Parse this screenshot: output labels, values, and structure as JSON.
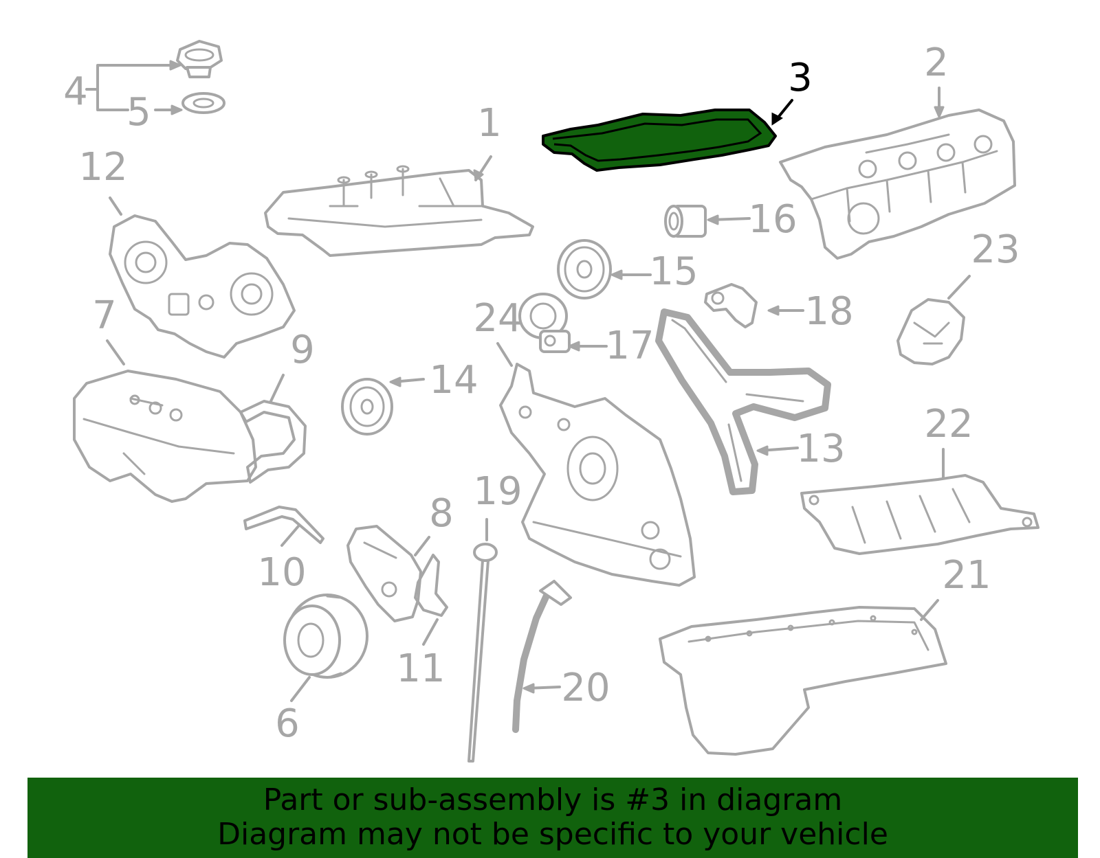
{
  "colors": {
    "highlight": "#11620d",
    "parts": "#a6a6a6",
    "active_label": "#000000"
  },
  "highlighted_part": "3",
  "callouts": {
    "c1": "1",
    "c2": "2",
    "c3": "3",
    "c4": "4",
    "c5": "5",
    "c6": "6",
    "c7": "7",
    "c8": "8",
    "c9": "9",
    "c10": "10",
    "c11": "11",
    "c12": "12",
    "c13": "13",
    "c14": "14",
    "c15": "15",
    "c16": "16",
    "c17": "17",
    "c18": "18",
    "c19": "19",
    "c20": "20",
    "c21": "21",
    "c22": "22",
    "c23": "23",
    "c24": "24"
  },
  "banner": {
    "line1": "Part or sub-assembly is #3 in diagram",
    "line2": "Diagram may not be specific to your vehicle"
  }
}
